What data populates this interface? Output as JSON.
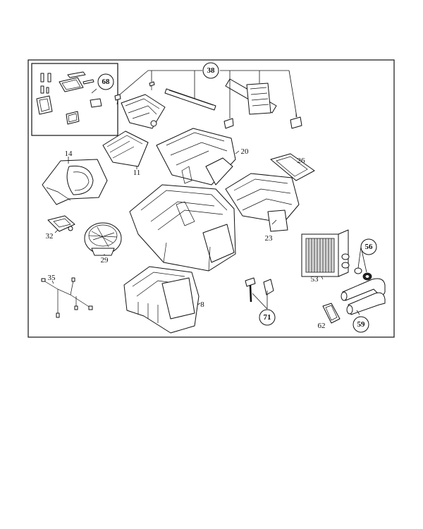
{
  "callouts": {
    "p68": "68",
    "p38": "38",
    "p11": "11",
    "p14": "14",
    "p20": "20",
    "p26": "26",
    "p23": "23",
    "p32": "32",
    "p29": "29",
    "p35": "35",
    "p8": "8",
    "p71": "71",
    "p53": "53",
    "p56": "56",
    "p62": "62",
    "p59": "59"
  }
}
